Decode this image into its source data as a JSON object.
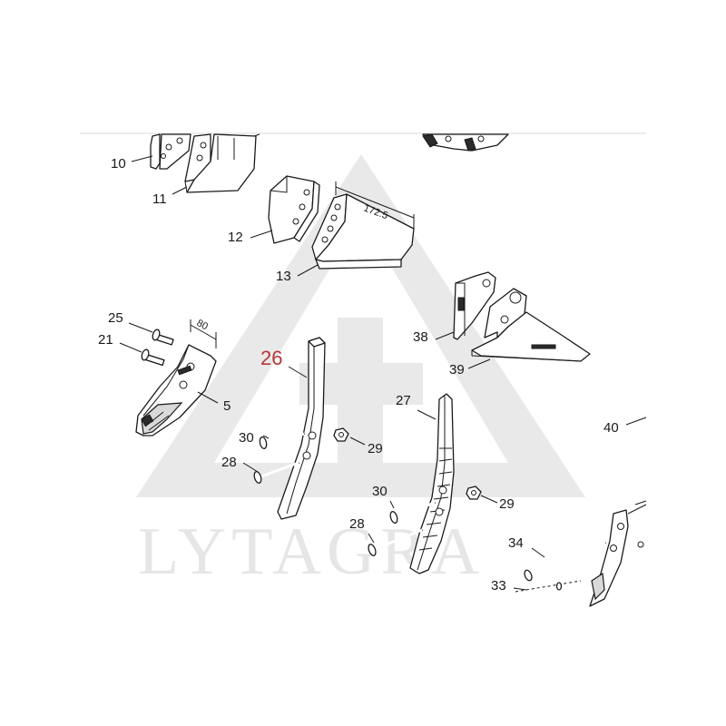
{
  "watermark": {
    "text": "LYTAGRA"
  },
  "dimensions": [
    {
      "id": "dim-13",
      "text": "172.5"
    },
    {
      "id": "dim-5",
      "text": "80"
    }
  ],
  "callouts": [
    {
      "id": "10",
      "text": "10"
    },
    {
      "id": "11",
      "text": "11"
    },
    {
      "id": "12",
      "text": "12"
    },
    {
      "id": "13",
      "text": "13"
    },
    {
      "id": "38",
      "text": "38"
    },
    {
      "id": "39",
      "text": "39"
    },
    {
      "id": "25",
      "text": "25"
    },
    {
      "id": "21",
      "text": "21"
    },
    {
      "id": "5",
      "text": "5"
    },
    {
      "id": "26",
      "text": "26",
      "highlighted": true
    },
    {
      "id": "27",
      "text": "27"
    },
    {
      "id": "40",
      "text": "40"
    },
    {
      "id": "30a",
      "text": "30"
    },
    {
      "id": "28a",
      "text": "28"
    },
    {
      "id": "29a",
      "text": "29"
    },
    {
      "id": "30b",
      "text": "30"
    },
    {
      "id": "28b",
      "text": "28"
    },
    {
      "id": "29b",
      "text": "29"
    },
    {
      "id": "34",
      "text": "34"
    },
    {
      "id": "33",
      "text": "33"
    }
  ],
  "colors": {
    "highlight": "#b5373a",
    "line": "#1a1a1a",
    "watermark": "#e6e6e6"
  }
}
